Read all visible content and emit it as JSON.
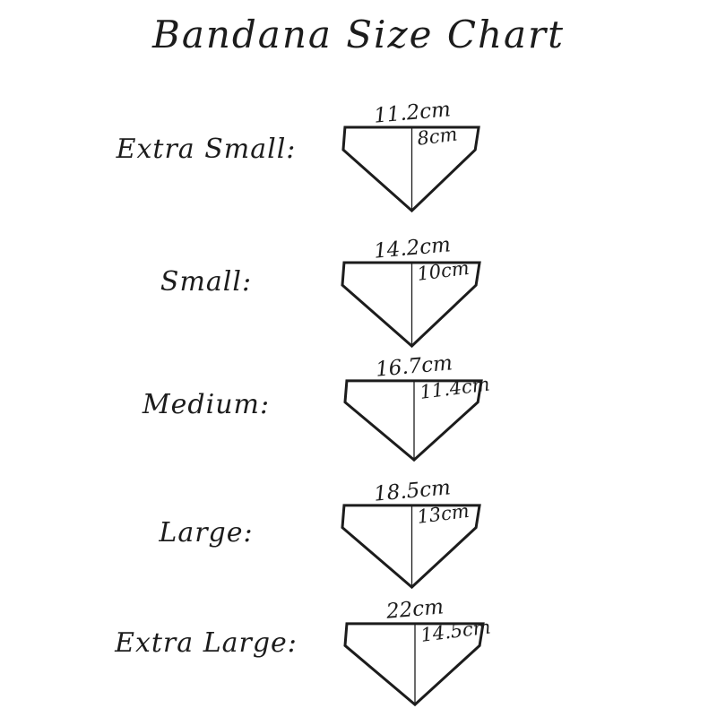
{
  "title": "Bandana Size Chart",
  "sizes": [
    {
      "label": "Extra Small:",
      "width": "11.2cm",
      "height": "8cm"
    },
    {
      "label": "Small:",
      "width": "14.2cm",
      "height": "10cm"
    },
    {
      "label": "Medium:",
      "width": "16.7cm",
      "height": "11.4cm"
    },
    {
      "label": "Large:",
      "width": "18.5cm",
      "height": "13cm"
    },
    {
      "label": "Extra Large:",
      "width": "22cm",
      "height": "14.5cm"
    }
  ],
  "colors": {
    "ink": "#1c1c1c",
    "background": "#ffffff"
  }
}
